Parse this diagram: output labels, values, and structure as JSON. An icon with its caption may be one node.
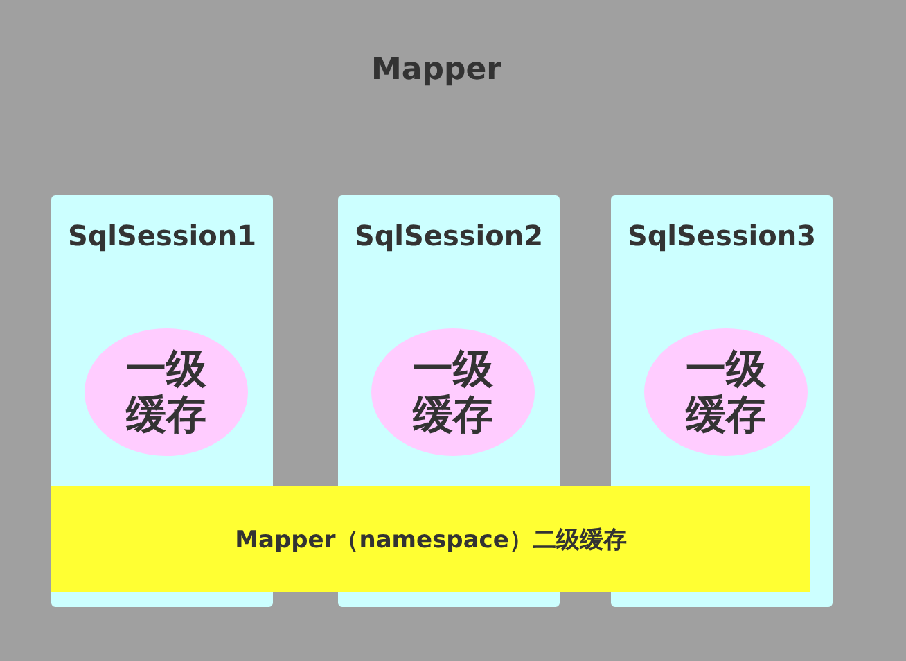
{
  "diagram": {
    "title": "Mapper",
    "nodes": [
      {
        "text": [
          "SqlSession1"
        ]
      },
      {
        "text": [
          "一级缓存"
        ],
        "in": 0
      },
      {
        "text": [
          "SqlSession2"
        ]
      },
      {
        "text": [
          "一级缓存"
        ],
        "in": 2
      },
      {
        "text": [
          "SqlSession3"
        ]
      },
      {
        "text": [
          "一级缓存"
        ],
        "in": 4
      },
      {
        "text": [
          "Mapper（namespace）二级缓存"
        ]
      }
    ]
  }
}
